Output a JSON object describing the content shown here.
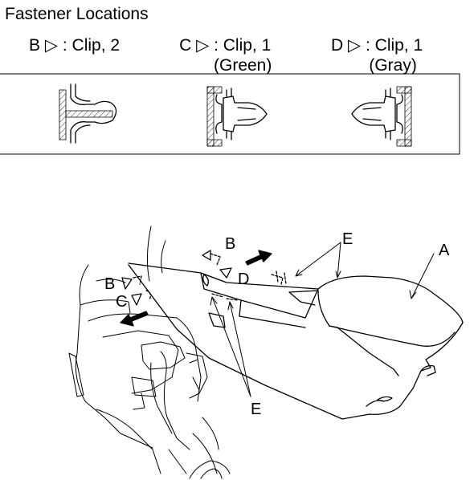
{
  "title": "Fastener Locations",
  "fasteners": [
    {
      "letter": "B",
      "arrow": "▷",
      "desc": ": Clip, 2",
      "color": ""
    },
    {
      "letter": "C",
      "arrow": "▷",
      "desc": ": Clip, 1",
      "color": "(Green)"
    },
    {
      "letter": "D",
      "arrow": "▷",
      "desc": ": Clip, 1",
      "color": "(Gray)"
    }
  ],
  "callouts": {
    "a": "A",
    "b_top": "B",
    "b_left": "B",
    "c_left": "C",
    "d": "D",
    "e_top": "E",
    "e_bottom": "E"
  }
}
